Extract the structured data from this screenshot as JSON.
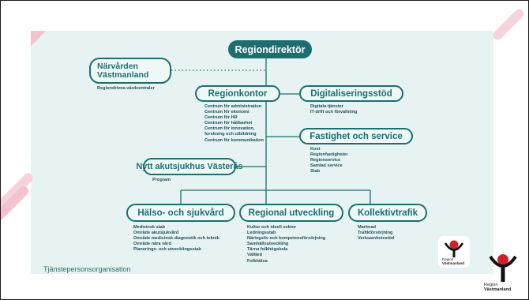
{
  "slide": {
    "colors": {
      "background": "#e6f3f2",
      "primary": "#1e6e70",
      "box_fill": "#eef8f7",
      "text_dark": "#1e4e5a",
      "stripe_pink": "#f3c2cd",
      "logo_red": "#d0202b"
    },
    "top": {
      "title": "Regiondirektör"
    },
    "narvarden": {
      "title_line1": "Närvården",
      "title_line2": "Västmanland",
      "subtitle": "Regiondrivna vårdcentraler"
    },
    "regionkontor": {
      "title": "Regionkontor",
      "items": [
        "Centrum för administration",
        "Centrum för ekonomi",
        "Centrum för HR",
        "Centrum för hållbarhet",
        "Centrum för innovation,",
        "forskning och utbildning",
        "Centrum för kommunikation"
      ]
    },
    "digitalisering": {
      "title": "Digitaliseringsstöd",
      "items": [
        "Digitala tjänster",
        "IT-drift och förvaltning"
      ]
    },
    "fastighet": {
      "title": "Fastighet och service",
      "items": [
        "Kost",
        "Regionfastigheter",
        "Regionservice",
        "Samlad service",
        "Stab"
      ]
    },
    "akutsjukhus": {
      "title": "Nytt akutsjukhus Västerås",
      "items": [
        "Program"
      ]
    },
    "halso": {
      "title": "Hälso- och sjukvård",
      "items": [
        "Medicinsk stab",
        "Område akutsjukvård",
        "Område medicinsk diagnostik och teknik",
        "Område nära vård",
        "Planerings- och utvecklingsstab"
      ]
    },
    "regional": {
      "title": "Regional utveckling",
      "items": [
        "Kultur och ideell sektor",
        "Ledningsstab",
        "Näringsliv och kompetensförsörjning",
        "Samhällsutveckling",
        "Tärna folkhögskola",
        "Välfärd",
        "Folkhälsa"
      ]
    },
    "kollektiv": {
      "title": "Kollektivtrafik",
      "items": [
        "Marknad",
        "Trafikförsörjning",
        "Verksamhetsstöd"
      ]
    },
    "footer": {
      "label": "Tjänstepersonsorganisation"
    }
  },
  "logo": {
    "line1": "Region",
    "line2": "Västmanland",
    "icon": "region-vastmanland-logo"
  }
}
